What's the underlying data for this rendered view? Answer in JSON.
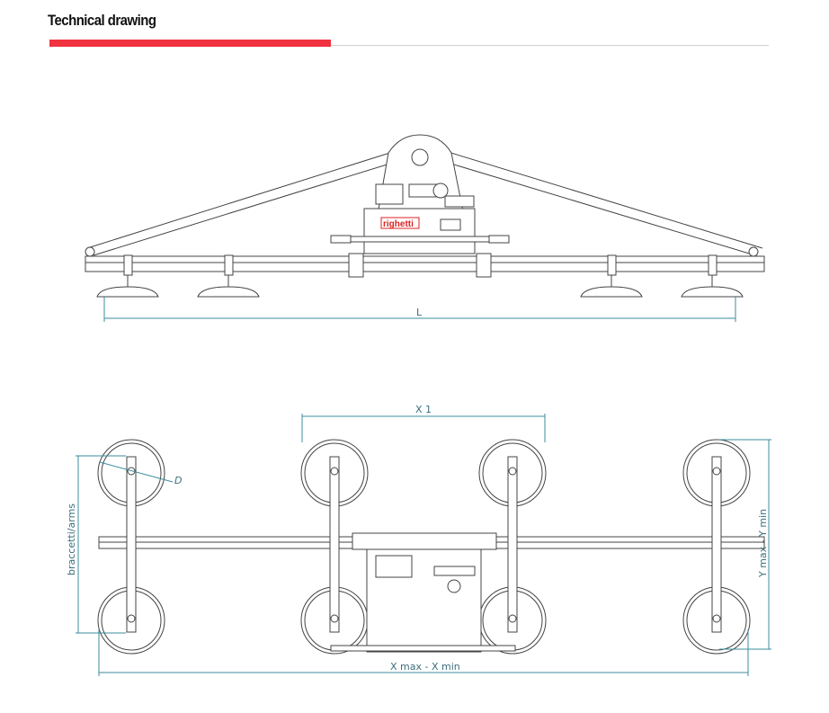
{
  "header": {
    "title": "Technical drawing"
  },
  "side_view": {
    "dimension_length": "L",
    "logo_text": "righetti"
  },
  "top_view": {
    "dimension_x1": "X 1",
    "dimension_diameter": "D",
    "dimension_arms": "braccetti/arms",
    "dimension_y": "Y max - Y min",
    "dimension_x": "X max - X min"
  },
  "colors": {
    "accent": "#f0313f",
    "dimension": "#3b8d9c"
  }
}
